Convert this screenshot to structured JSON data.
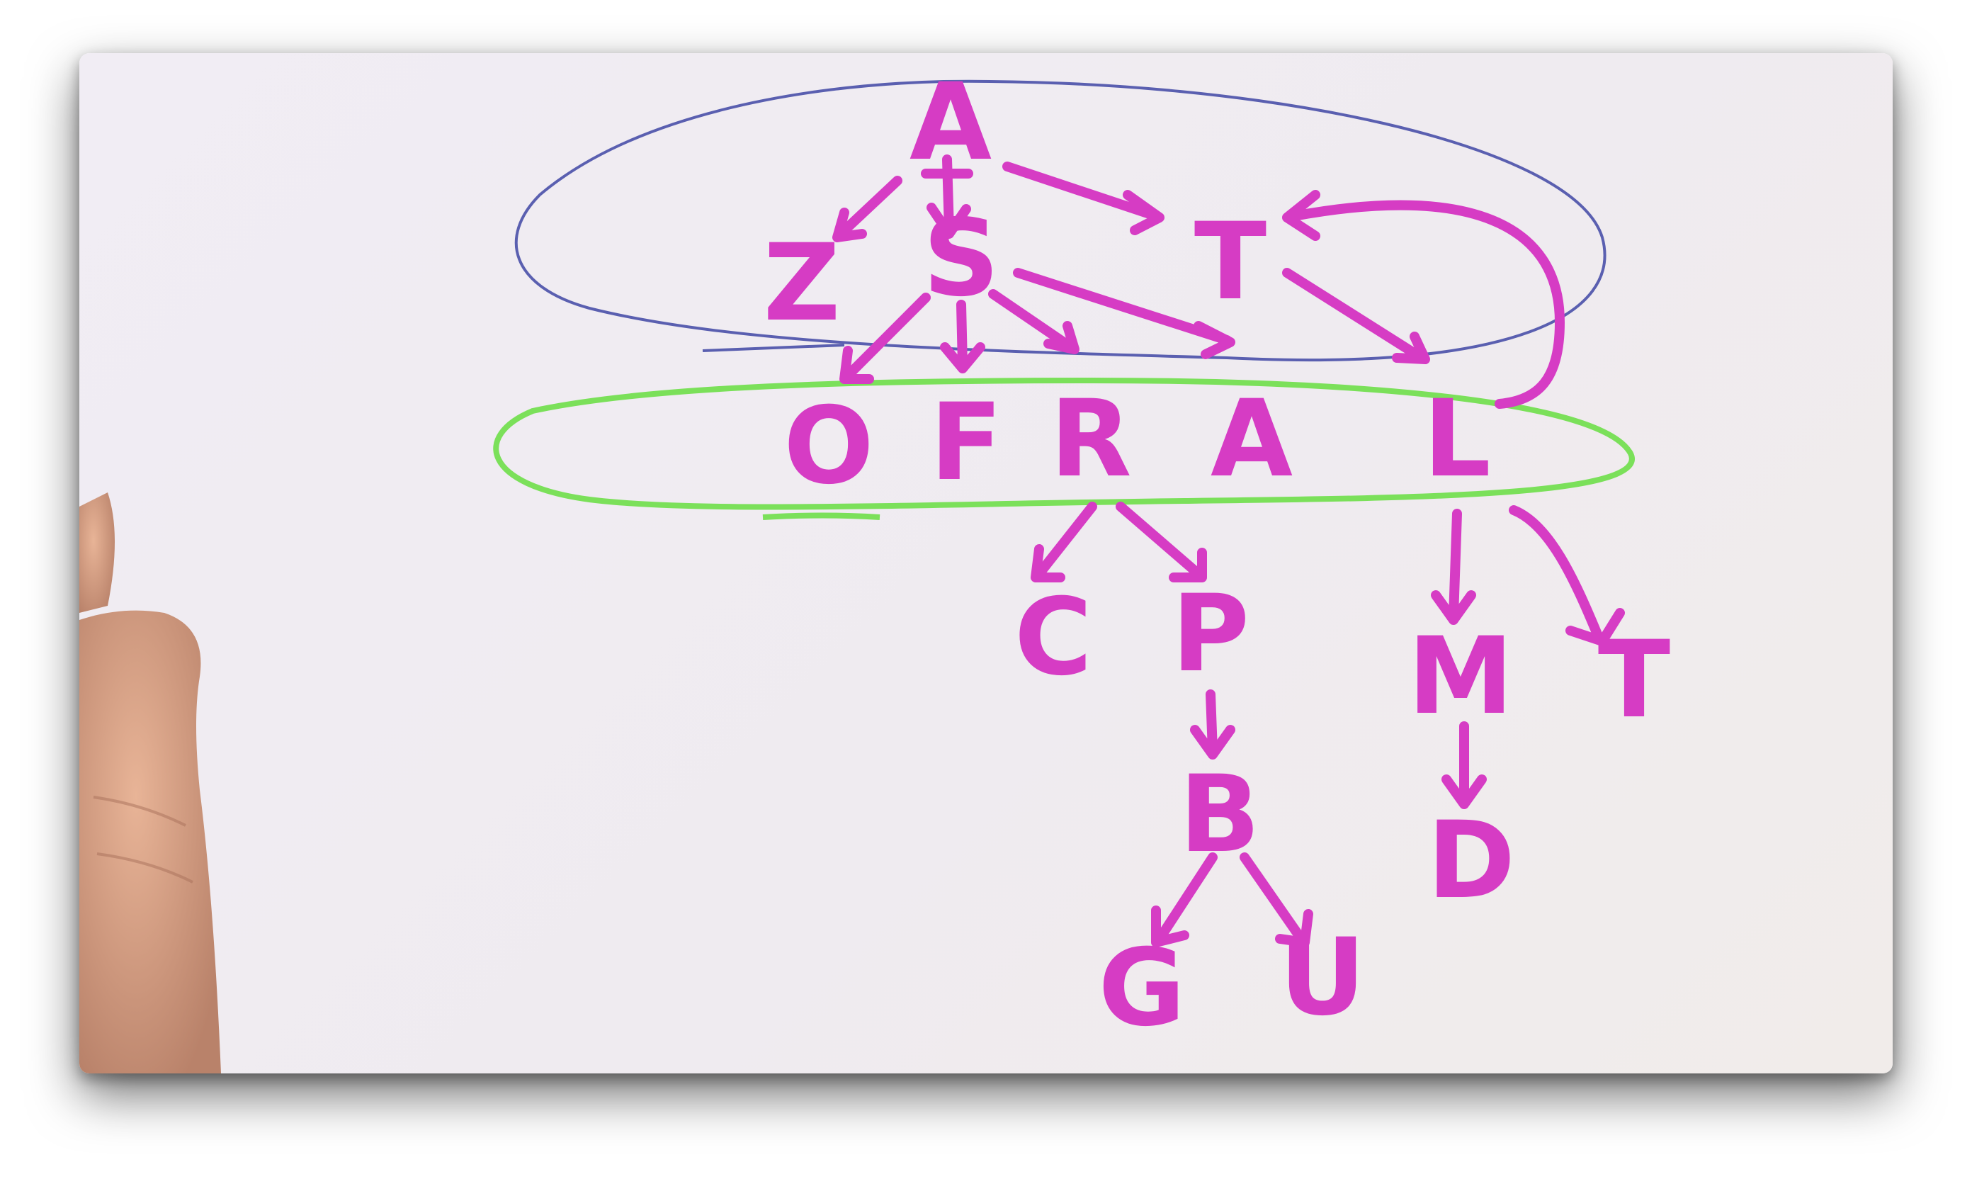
{
  "colors": {
    "marker": "#d63cc4",
    "visited_ring": "#5a5fb0",
    "frontier_ring": "#7be05a",
    "skin": "#e0a98a"
  },
  "nodes": [
    {
      "id": "n-a-root",
      "label": "A"
    },
    {
      "id": "n-z",
      "label": "Z"
    },
    {
      "id": "n-s",
      "label": "S"
    },
    {
      "id": "n-t-top",
      "label": "T"
    },
    {
      "id": "n-o",
      "label": "O"
    },
    {
      "id": "n-f",
      "label": "F"
    },
    {
      "id": "n-r",
      "label": "R"
    },
    {
      "id": "n-a-mid",
      "label": "A"
    },
    {
      "id": "n-l",
      "label": "L"
    },
    {
      "id": "n-c",
      "label": "C"
    },
    {
      "id": "n-p",
      "label": "P"
    },
    {
      "id": "n-b",
      "label": "B"
    },
    {
      "id": "n-m",
      "label": "M"
    },
    {
      "id": "n-t-right",
      "label": "T"
    },
    {
      "id": "n-d",
      "label": "D"
    },
    {
      "id": "n-g",
      "label": "G"
    },
    {
      "id": "n-u",
      "label": "U"
    }
  ],
  "edges": [
    {
      "from": "n-a-root",
      "to": "n-z"
    },
    {
      "from": "n-a-root",
      "to": "n-s"
    },
    {
      "from": "n-a-root",
      "to": "n-t-top"
    },
    {
      "from": "n-s",
      "to": "n-o"
    },
    {
      "from": "n-s",
      "to": "n-f"
    },
    {
      "from": "n-s",
      "to": "n-r"
    },
    {
      "from": "n-s",
      "to": "n-a-mid"
    },
    {
      "from": "n-t-top",
      "to": "n-l"
    },
    {
      "from": "n-l",
      "to": "n-t-top"
    },
    {
      "from": "n-r",
      "to": "n-c"
    },
    {
      "from": "n-r",
      "to": "n-p"
    },
    {
      "from": "n-p",
      "to": "n-b"
    },
    {
      "from": "n-b",
      "to": "n-g"
    },
    {
      "from": "n-b",
      "to": "n-u"
    },
    {
      "from": "n-l",
      "to": "n-m"
    },
    {
      "from": "n-l",
      "to": "n-t-right"
    },
    {
      "from": "n-m",
      "to": "n-d"
    }
  ],
  "groups": [
    {
      "id": "visited-ring",
      "contains": [
        "n-a-root",
        "n-z",
        "n-s",
        "n-t-top"
      ]
    },
    {
      "id": "frontier-ring",
      "contains": [
        "n-o",
        "n-f",
        "n-r",
        "n-a-mid",
        "n-l"
      ]
    }
  ]
}
